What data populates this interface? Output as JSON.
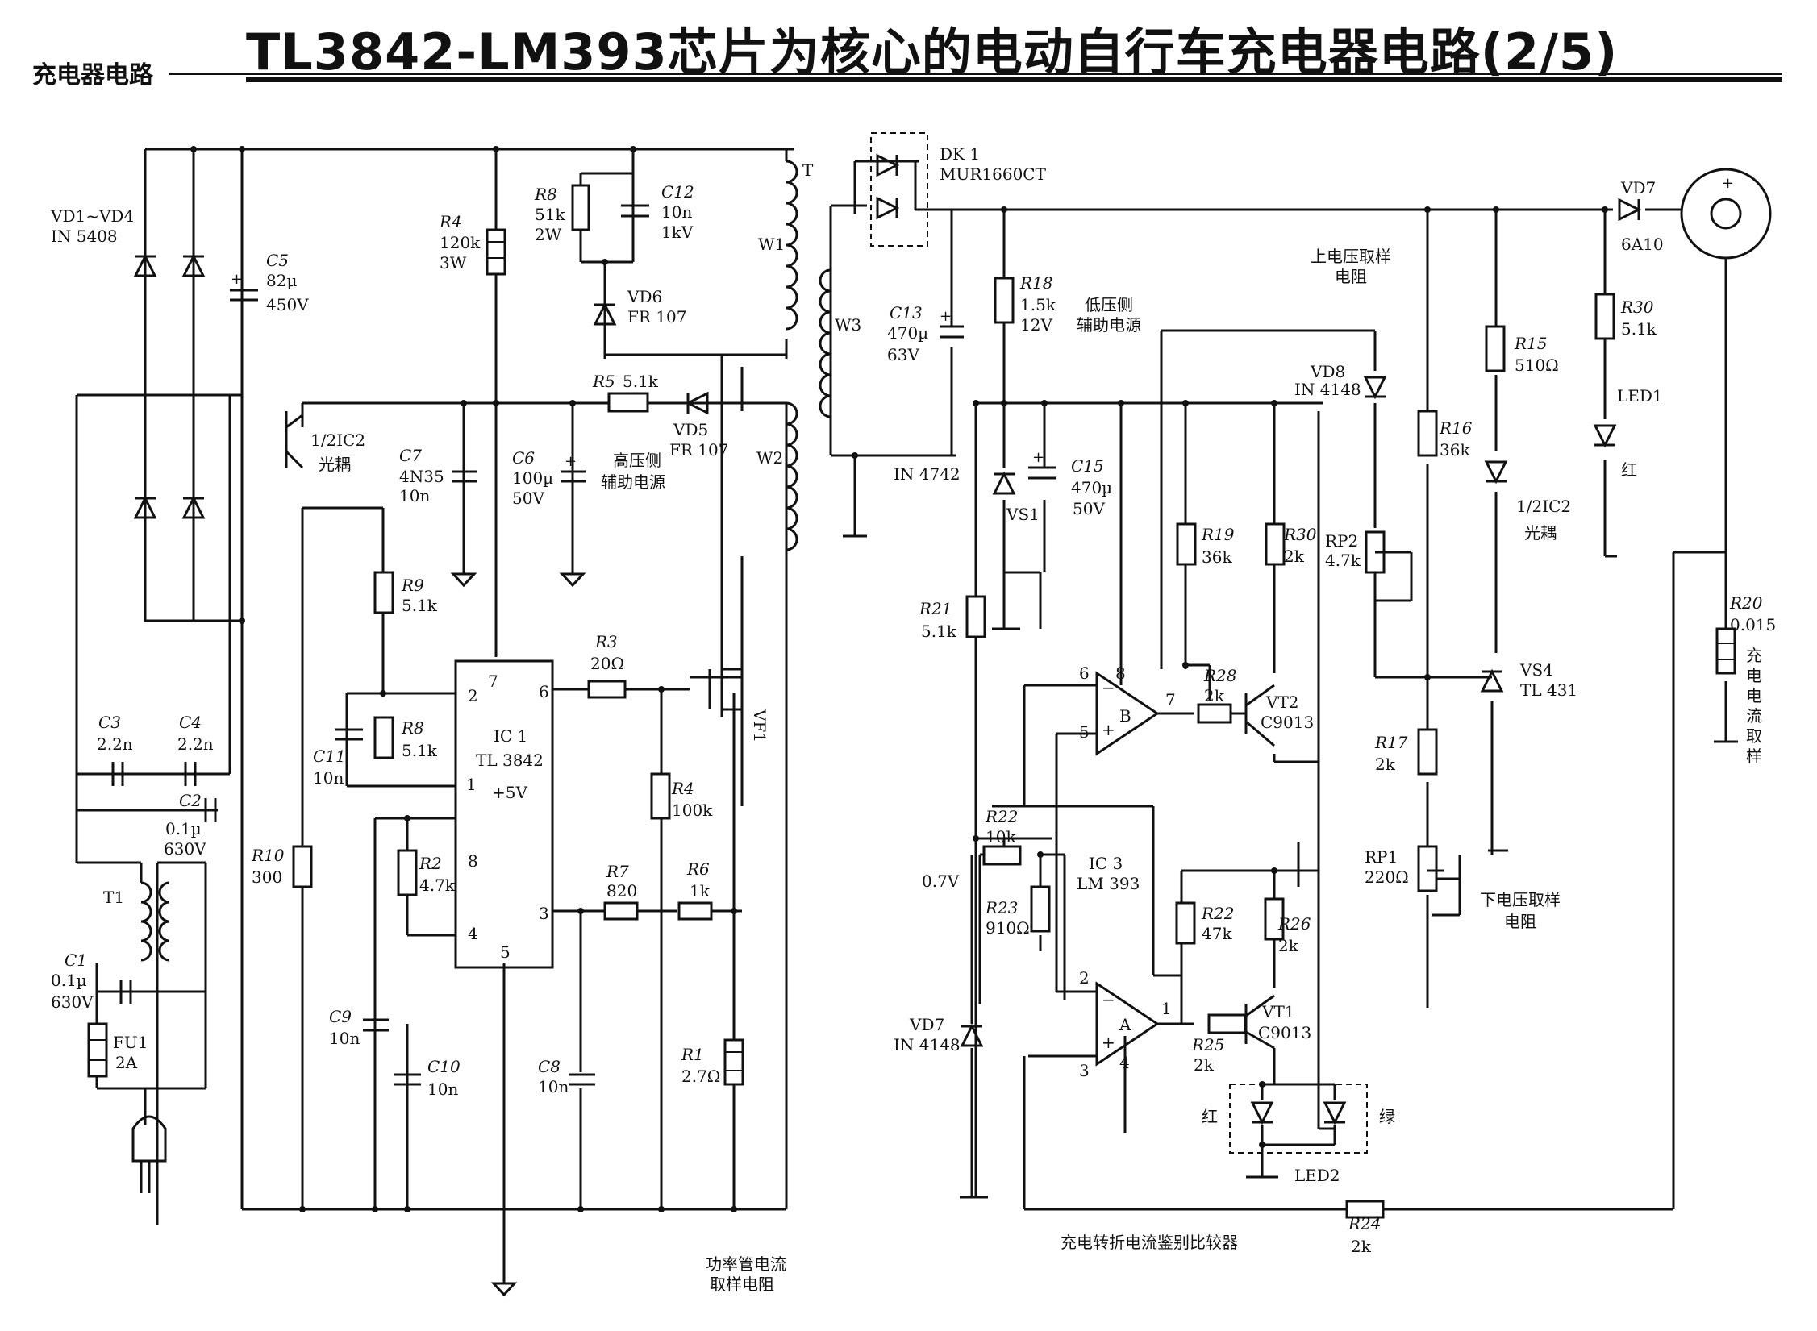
{
  "header": {
    "section": "充电器电路",
    "title": "TL3842-LM393芯片为核心的电动自行车充电器电路(2/5)"
  },
  "labels": {
    "vd1_vd4": "VD1~VD4",
    "vd1_vd4_type": "IN 5408",
    "c5": "C5",
    "c5_val": "82µ",
    "c5_v": "450V",
    "r4_top": "R4",
    "r4_top_val": "120k",
    "r4_top_w": "3W",
    "r8_top": "R8",
    "r8_top_val": "51k",
    "r8_top_w": "2W",
    "c12": "C12",
    "c12_val": "10n",
    "c12_v": "1kV",
    "vd6": "VD6",
    "vd6_type": "FR 107",
    "t": "T",
    "w1": "W1",
    "w2": "W2",
    "w3": "W3",
    "ic2_left": "1/2IC2",
    "ic2_left_sub": "光耦",
    "c7": "C7",
    "c7_type": "4N35",
    "c7_val": "10n",
    "r5": "R5",
    "r5_val": "5.1k",
    "vd5": "VD5",
    "vd5_type": "FR 107",
    "c6": "C6",
    "c6_val": "100µ",
    "c6_v": "50V",
    "hv_aux_1": "高压侧",
    "hv_aux_2": "辅助电源",
    "r9": "R9",
    "r9_val": "5.1k",
    "r3": "R3",
    "r3_val": "20Ω",
    "c3": "C3",
    "c3_val": "2.2n",
    "c4": "C4",
    "c4_val": "2.2n",
    "c2": "C2",
    "c2_val": "0.1µ",
    "c2_v": "630V",
    "c11": "C11",
    "c11_val": "10n",
    "r8": "R8",
    "r8_val": "5.1k",
    "ic1": "IC 1",
    "ic1_type": "TL 3842",
    "ic1_ref": "+5V",
    "r4": "R4",
    "r4_val": "100k",
    "vf1": "VF1",
    "t1": "T1",
    "r10": "R10",
    "r10_val": "300",
    "r2": "R2",
    "r2_val": "4.7k",
    "r7": "R7",
    "r7_val": "820",
    "r6": "R6",
    "r6_val": "1k",
    "c1": "C1",
    "c1_val": "0.1µ",
    "c1_v": "630V",
    "fu1": "FU1",
    "fu1_val": "2A",
    "c9": "C9",
    "c9_val": "10n",
    "c10": "C10",
    "c10_val": "10n",
    "c8": "C8",
    "c8_val": "10n",
    "r1": "R1",
    "r1_val": "2.7Ω",
    "power_sense_1": "功率管电流",
    "power_sense_2": "取样电阻",
    "dk1": "DK 1",
    "dk1_type": "MUR1660CT",
    "c13": "C13",
    "c13_val": "470µ",
    "c13_v": "63V",
    "in4742": "IN 4742",
    "r18": "R18",
    "r18_val": "1.5k",
    "r18_v": "12V",
    "lv_aux_1": "低压侧",
    "lv_aux_2": "辅助电源",
    "vs1": "VS1",
    "c15": "C15",
    "c15_val": "470µ",
    "c15_v": "50V",
    "r21": "R21",
    "r21_val": "5.1k",
    "upper_1": "上电压取样",
    "upper_2": "电阻",
    "vd8": "VD8",
    "vd8_type": "IN 4148",
    "r19": "R19",
    "r19_val": "36k",
    "r30_mid": "R30",
    "r30_mid_val": "2k",
    "rp2": "RP2",
    "rp2_val": "4.7k",
    "r16": "R16",
    "r16_val": "36k",
    "r15": "R15",
    "r15_val": "510Ω",
    "vd7_top": "VD7",
    "vd7_top_type": "6A10",
    "r30_right": "R30",
    "r30_right_val": "5.1k",
    "led1": "LED1",
    "led1_color": "红",
    "ic2_right": "1/2IC2",
    "ic2_right_sub": "光耦",
    "r20": "R20",
    "r20_val": "0.015",
    "r20_desc": [
      "充",
      "电",
      "电",
      "流",
      "取",
      "样"
    ],
    "r28": "R28",
    "r28_val": "2k",
    "vt2": "VT2",
    "vt2_type": "C9013",
    "vs4": "VS4",
    "vs4_type": "TL 431",
    "r17": "R17",
    "r17_val": "2k",
    "r22_top": "R22",
    "r22_top_val": "10k",
    "ic3": "IC 3",
    "ic3_type": "LM 393",
    "r23": "R23",
    "r23_val": "910Ω",
    "v07": "0.7V",
    "rp1": "RP1",
    "rp1_val": "220Ω",
    "lower_1": "下电压取样",
    "lower_2": "电阻",
    "r22": "R22",
    "r22_val": "47k",
    "r26": "R26",
    "r26_val": "2k",
    "vt1": "VT1",
    "vt1_type": "C9013",
    "r25": "R25",
    "r25_val": "2k",
    "vd7_bottom": "VD7",
    "vd7_bottom_type": "IN 4148",
    "led2": "LED2",
    "led2_red": "红",
    "led2_green": "绿",
    "r24": "R24",
    "r24_val": "2k",
    "comparator": "充电转折电流鉴别比较器",
    "pins": {
      "p7": "7",
      "p2": "2",
      "p6": "6",
      "p1": "1",
      "p8": "8",
      "p4": "4",
      "p3": "3",
      "p5": "5"
    },
    "opB": {
      "p6": "6",
      "p8": "8",
      "p5": "5",
      "p7": "7",
      "name": "B",
      "minus": "−",
      "plus": "+"
    },
    "opA": {
      "p2": "2",
      "p3": "3",
      "p4": "4",
      "p1": "1",
      "name": "A",
      "minus": "−",
      "plus": "+"
    },
    "batt_plus": "+"
  }
}
